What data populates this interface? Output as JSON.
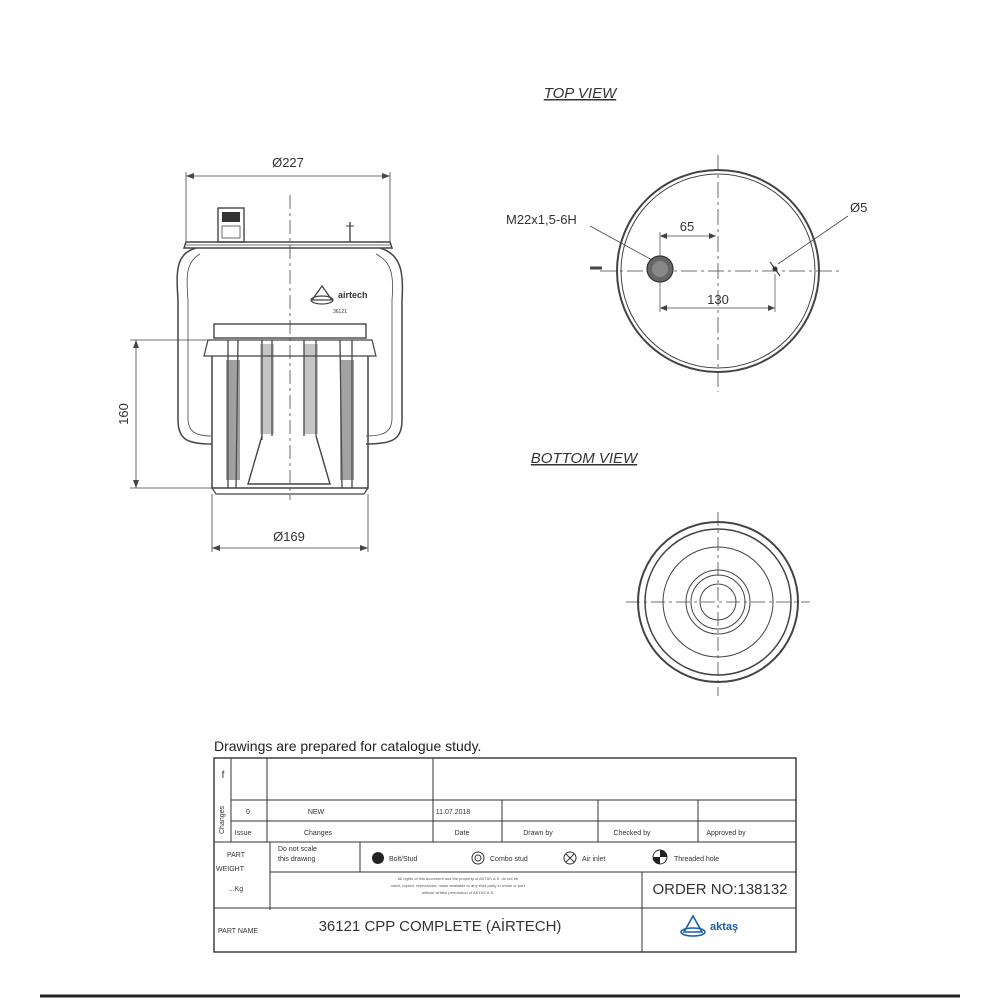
{
  "views": {
    "top_title": "TOP VIEW",
    "bottom_title": "BOTTOM VIEW"
  },
  "side_view": {
    "top_diameter": "Ø227",
    "bottom_diameter": "Ø169",
    "height": "160",
    "brand_mark": "airtech",
    "brand_sub": "36121"
  },
  "top_view": {
    "thread": "M22x1,5-6H",
    "hole": "Ø5",
    "dim_short": "65",
    "dim_long": "130"
  },
  "title_block": {
    "note": "Drawings are  prepared for  catalogue study.",
    "changes_rotated": "Changes",
    "issue_mark": "f",
    "row_issue": "0",
    "row_change": "NEW",
    "row_date": "11.07.2018",
    "hdr_issue": "Issue",
    "hdr_changes": "Changes",
    "hdr_date": "Date",
    "hdr_drawn": "Drawn by",
    "hdr_checked": "Checked by",
    "hdr_approved": "Approved by",
    "part": "PART",
    "weight": "WEIGHT",
    "kg": "...Kg",
    "scale_note_1": "Do not scale",
    "scale_note_2": "this drawing",
    "legend_bolt": "Bolt/Stud",
    "legend_combo": "Combo stud",
    "legend_air": "Air inlet",
    "legend_thread": "Threaded hole",
    "rights_1": "All rights of this document and the property of AKTAS A.S. do not be",
    "rights_2": "used, copied, reproduced, made available to any third party in whole or part",
    "rights_3": "without written permission of AKTAS A.S.",
    "order": "ORDER NO:138132",
    "part_name_label": "PART NAME",
    "part_name": "36121 CPP COMPLETE (AİRTECH)",
    "company": "aktaş"
  }
}
